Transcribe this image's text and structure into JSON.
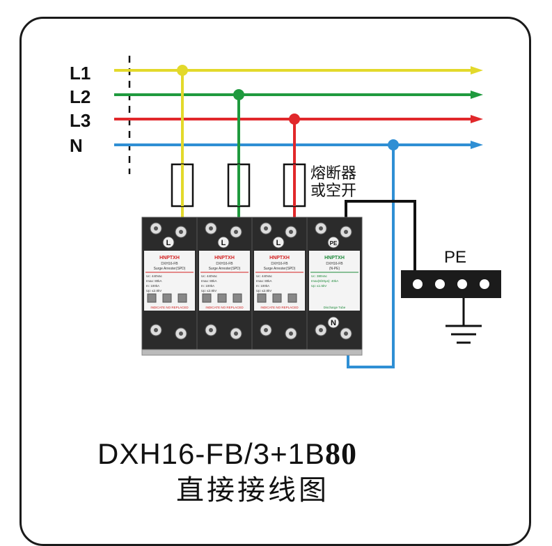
{
  "diagram": {
    "lines": [
      {
        "label": "L1",
        "color": "#e3d92b"
      },
      {
        "label": "L2",
        "color": "#1f9a3e"
      },
      {
        "label": "L3",
        "color": "#e1282b"
      },
      {
        "label": "N",
        "color": "#2f8fd4"
      }
    ],
    "fuse_label_1": "熔断器",
    "fuse_label_2": "或空开",
    "pe_label": "PE",
    "modules": [
      {
        "brand": "HNPTXH",
        "model": "DXH16-FB",
        "desc": "Surge Arrester(SPD)",
        "rows": [
          "Uc: 440Vac",
          "Imax: 80kA",
          "In: 100kA",
          "Up: ≤2.8kV"
        ],
        "foot": "INDICATE NO REPLACED",
        "terminal": "L"
      },
      {
        "brand": "HNPTXH",
        "model": "DXH16-FB",
        "desc": "Surge Arrester(SPD)",
        "rows": [
          "Uc: 440Vac",
          "Imax: 80kA",
          "In: 100kA",
          "Up: ≤2.8kV"
        ],
        "foot": "INDICATE NO REPLACED",
        "terminal": "L"
      },
      {
        "brand": "HNPTXH",
        "model": "DXH16-FB",
        "desc": "Surge Arrester(SPD)",
        "rows": [
          "Uc: 440Vac",
          "Imax: 80kA",
          "In: 100kA",
          "Up: ≤2.8kV"
        ],
        "foot": "INDICATE NO REPLACED",
        "terminal": "L"
      },
      {
        "brand": "HNPTXH",
        "model": "DXH16-FB",
        "desc": "(N-PE)",
        "rows": [
          "Uc: 385Vac",
          "Imax(8/20μs): 40kA",
          "Up: ≤1.5kV"
        ],
        "foot": "Discharge Tube",
        "terminal": "N",
        "top_terminal": "PE"
      }
    ],
    "title_model": "DXH16-FB/3+1B",
    "title_model_num": "80",
    "subtitle": "直接接线图",
    "colors": {
      "brand_red": "#d42020",
      "brand_green": "#1e8a3a",
      "frame": "#1a1a1a"
    }
  }
}
